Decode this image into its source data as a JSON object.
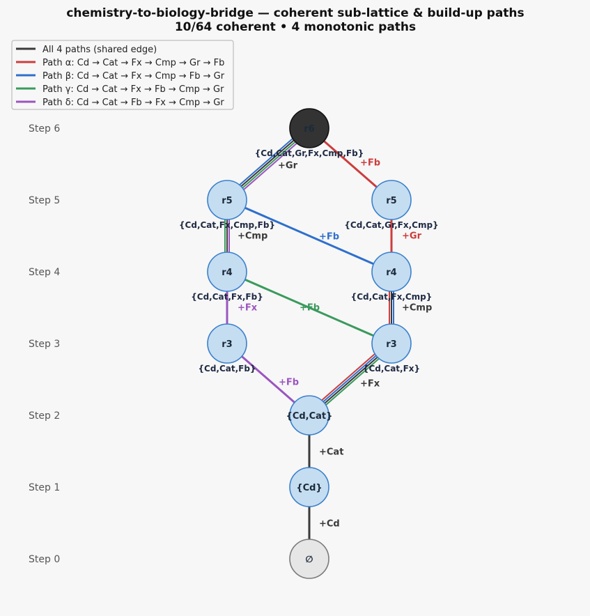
{
  "title": {
    "line1": "chemistry-to-biology-bridge — coherent sub-lattice & build-up paths",
    "line2": "10/64 coherent  •  4 monotonic paths"
  },
  "legend": [
    {
      "label": "All 4 paths (shared edge)",
      "color": "#3a3a3a"
    },
    {
      "label": "Path α: Cd → Cat → Fx → Cmp → Gr → Fb",
      "color": "#cc3d3d"
    },
    {
      "label": "Path β: Cd → Cat → Fx → Cmp → Fb → Gr",
      "color": "#2f6fcc"
    },
    {
      "label": "Path γ: Cd → Cat → Fx → Fb → Cmp → Gr",
      "color": "#3a9a5c"
    },
    {
      "label": "Path δ: Cd → Cat → Fb → Fx → Cmp → Gr",
      "color": "#9b55bf"
    }
  ],
  "steps": [
    "Step 6",
    "Step 5",
    "Step 4",
    "Step 3",
    "Step 2",
    "Step 1",
    "Step 0"
  ],
  "nodes": [
    {
      "id": "r6",
      "label": "r6",
      "set": "{Cd,Cat,Gr,Fx,Cmp,Fb}",
      "step": 6,
      "col": "c",
      "style": "dark"
    },
    {
      "id": "r5a",
      "label": "r5",
      "set": "{Cd,Cat,Fx,Cmp,Fb}",
      "step": 5,
      "col": "l",
      "style": "blue"
    },
    {
      "id": "r5b",
      "label": "r5",
      "set": "{Cd,Cat,Gr,Fx,Cmp}",
      "step": 5,
      "col": "r",
      "style": "blue"
    },
    {
      "id": "r4a",
      "label": "r4",
      "set": "{Cd,Cat,Fx,Fb}",
      "step": 4,
      "col": "l",
      "style": "blue"
    },
    {
      "id": "r4b",
      "label": "r4",
      "set": "{Cd,Cat,Fx,Cmp}",
      "step": 4,
      "col": "r",
      "style": "blue"
    },
    {
      "id": "r3a",
      "label": "r3",
      "set": "{Cd,Cat,Fb}",
      "step": 3,
      "col": "l",
      "style": "blue"
    },
    {
      "id": "r3b",
      "label": "r3",
      "set": "{Cd,Cat,Fx}",
      "step": 3,
      "col": "r",
      "style": "blue"
    },
    {
      "id": "n2",
      "label": "{Cd,Cat}",
      "set": "",
      "step": 2,
      "col": "c",
      "style": "blue"
    },
    {
      "id": "n1",
      "label": "{Cd}",
      "set": "",
      "step": 1,
      "col": "c",
      "style": "blue"
    },
    {
      "id": "n0",
      "label": "∅",
      "set": "",
      "step": 0,
      "col": "c",
      "style": "empty"
    }
  ],
  "edges": [
    {
      "from": "n0",
      "to": "n1",
      "label": "+Cd",
      "paths": [
        "all"
      ],
      "labelColor": "#3a3a3a"
    },
    {
      "from": "n1",
      "to": "n2",
      "label": "+Cat",
      "paths": [
        "all"
      ],
      "labelColor": "#3a3a3a"
    },
    {
      "from": "n2",
      "to": "r3a",
      "label": "+Fb",
      "paths": [
        "delta"
      ],
      "labelColor": "#9b55bf"
    },
    {
      "from": "n2",
      "to": "r3b",
      "label": "+Fx",
      "paths": [
        "alpha",
        "beta",
        "all",
        "gamma"
      ],
      "labelColor": "#3a3a3a"
    },
    {
      "from": "r3a",
      "to": "r4a",
      "label": "+Fx",
      "paths": [
        "delta"
      ],
      "labelColor": "#9b55bf"
    },
    {
      "from": "r3b",
      "to": "r4a",
      "label": "+Fb",
      "paths": [
        "gamma"
      ],
      "labelColor": "#3a9a5c"
    },
    {
      "from": "r3b",
      "to": "r4b",
      "label": "+Cmp",
      "paths": [
        "alpha",
        "all",
        "beta"
      ],
      "labelColor": "#3a3a3a"
    },
    {
      "from": "r4a",
      "to": "r5a",
      "label": "+Cmp",
      "paths": [
        "gamma",
        "all",
        "delta"
      ],
      "labelColor": "#3a3a3a"
    },
    {
      "from": "r4b",
      "to": "r5a",
      "label": "+Fb",
      "paths": [
        "beta"
      ],
      "labelColor": "#2f6fcc"
    },
    {
      "from": "r4b",
      "to": "r5b",
      "label": "+Gr",
      "paths": [
        "alpha"
      ],
      "labelColor": "#cc3d3d"
    },
    {
      "from": "r5a",
      "to": "r6",
      "label": "+Gr",
      "paths": [
        "beta",
        "all",
        "gamma",
        "delta"
      ],
      "labelColor": "#3a3a3a"
    },
    {
      "from": "r5b",
      "to": "r6",
      "label": "+Fb",
      "paths": [
        "alpha"
      ],
      "labelColor": "#cc3d3d"
    }
  ],
  "colors": {
    "all": "#3a3a3a",
    "alpha": "#cc3d3d",
    "beta": "#2f6fcc",
    "gamma": "#3a9a5c",
    "delta": "#9b55bf",
    "nodeFill": "#c5ddf1",
    "nodeStroke": "#3a80cc",
    "darkFill": "#333333",
    "emptyFill": "#e6e6e6",
    "emptyStroke": "#7a7a7a"
  }
}
